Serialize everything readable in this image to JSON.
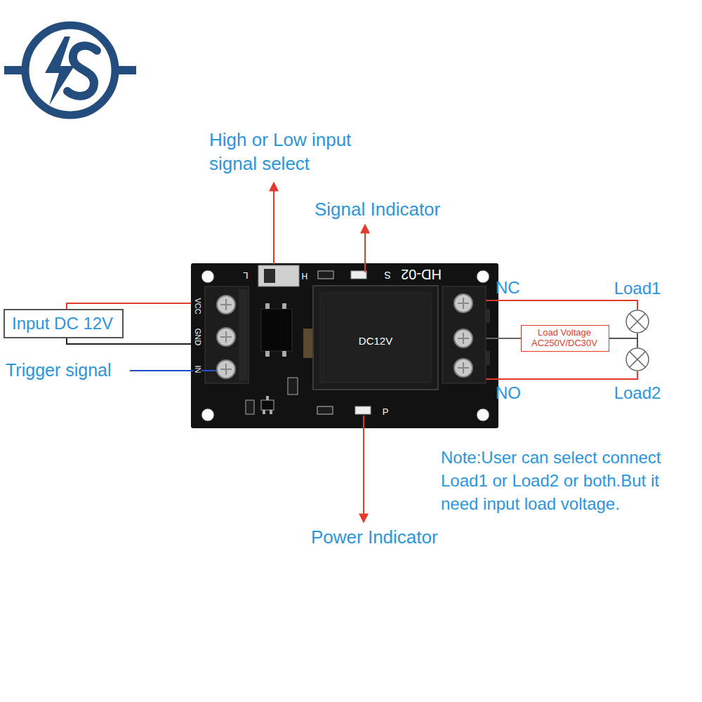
{
  "diagram": {
    "nodes": [
      {
        "text": [
          "Input DC 12V"
        ]
      },
      {
        "text": [
          "Load1"
        ]
      },
      {
        "text": [
          "Load Voltage AC250V/DC30V"
        ]
      },
      {
        "text": [
          "Load2"
        ]
      }
    ],
    "edges": [
      {
        "from": 2,
        "to": 1,
        "arrow": "none"
      },
      {
        "from": 2,
        "to": 3,
        "arrow": "none"
      }
    ],
    "labels": [
      "High or Low input signal select",
      "Signal Indicator",
      "HD-02",
      "S",
      "L",
      "H",
      "VCC",
      "GND",
      "IN",
      "DC12V",
      "P",
      "Trigger signal",
      "NC",
      "NO",
      "Note:User can select connect Load1 or Load2 or both.But it need input load voltage.",
      "Power Indicator"
    ]
  }
}
